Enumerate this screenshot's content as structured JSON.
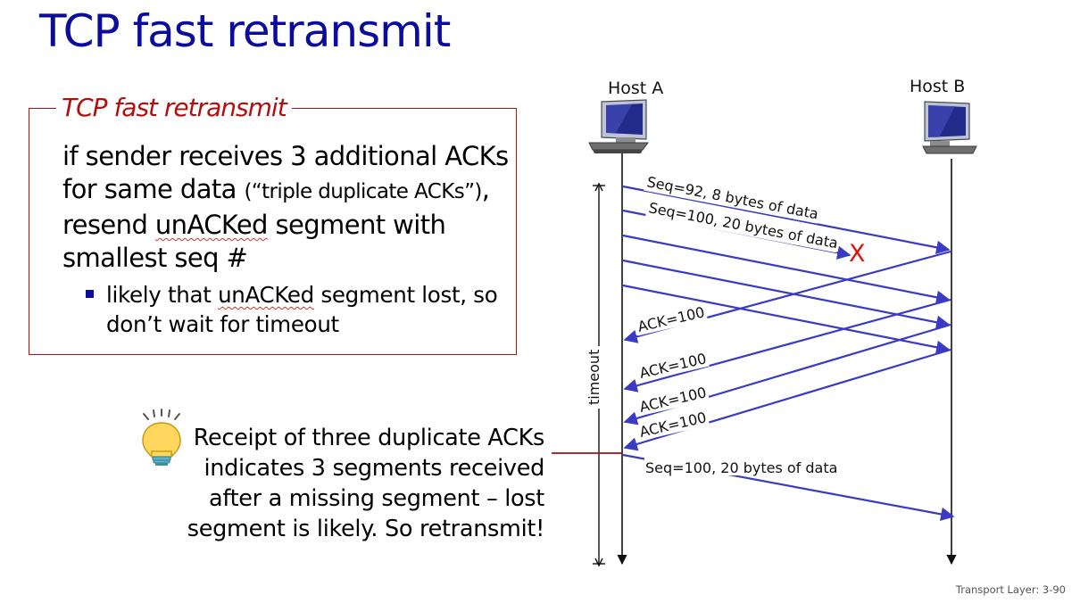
{
  "title": "TCP fast retransmit",
  "box": {
    "heading": "TCP fast retransmit",
    "p1": "if sender receives 3 additional ACKs for same data",
    "p1_small": "(“triple duplicate ACKs”)",
    "p2": ", resend",
    "p2_word": "unACKed",
    "p3": "segment with smallest seq #",
    "bullet_a": "likely that",
    "bullet_word": "unACKed",
    "bullet_b": "segment lost, so don’t wait for timeout"
  },
  "receipt_text": "Receipt of three duplicate ACKs indicates 3 segments received after a missing segment – lost segment is likely. So retransmit!",
  "diagram": {
    "host_a": "Host A",
    "host_b": "Host B",
    "timeout_label": "timeout",
    "loss_mark": "X",
    "messages": [
      "Seq=92, 8 bytes of data",
      "Seq=100, 20 bytes of data",
      "ACK=100",
      "ACK=100",
      "ACK=100",
      "ACK=100",
      "Seq=100, 20 bytes of data"
    ]
  },
  "footer": "Transport Layer: 3-90",
  "colors": {
    "title": "#0c0c9c",
    "box_border": "#b30e0e",
    "arrow": "#3a3ac4",
    "loss": "#e01010"
  },
  "icons": [
    "computer-icon",
    "lightbulb-icon"
  ]
}
